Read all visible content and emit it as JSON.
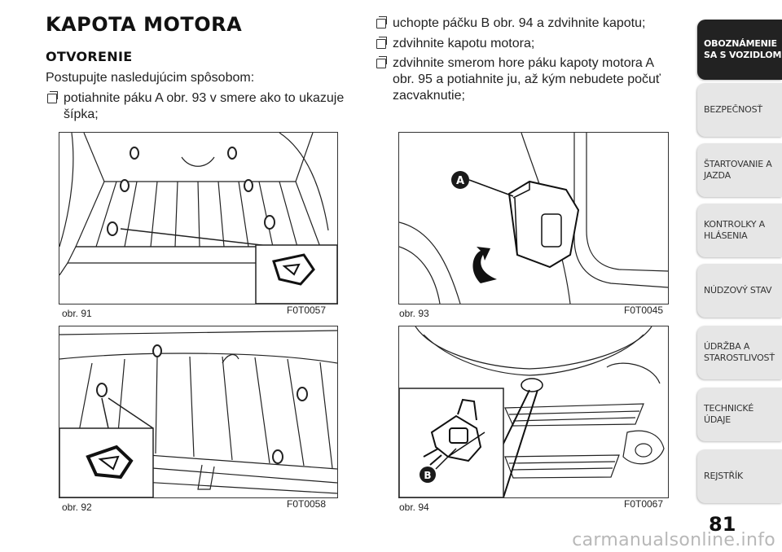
{
  "heading": "KAPOTA MOTORA",
  "subheading": "OTVORENIE",
  "intro": "Postupujte nasledujúcim spôsobom:",
  "left_bullets": [
    {
      "line1": "potiahnite páku A obr. 93 v smere ako to ukazuje",
      "line2": "šípka;"
    }
  ],
  "right_bullets": [
    {
      "line1": "uchopte páčku B obr. 94 a zdvihnite kapotu;",
      "line2": "",
      "line3": ""
    },
    {
      "line1": "zdvihnite kapotu motora;",
      "line2": "",
      "line3": ""
    },
    {
      "line1": "zdvihnite smerom hore páku kapoty motora A",
      "line2": "obr. 95 a potiahnite ju, až kým nebudete počuť",
      "line3": "zacvaknutie;"
    }
  ],
  "figures": [
    {
      "caption": "obr. 91",
      "code": "F0T0057"
    },
    {
      "caption": "obr. 93",
      "code": "F0T0045",
      "label": "A"
    },
    {
      "caption": "obr. 92",
      "code": "F0T0058"
    },
    {
      "caption": "obr. 94",
      "code": "F0T0067",
      "label": "B"
    }
  ],
  "sidebar": {
    "tabs": [
      {
        "line1": "OBOZNÁMENIE",
        "line2": "SA S VOZIDLOM",
        "active": true
      },
      {
        "line1": "BEZPEČNOSŤ",
        "line2": "",
        "active": false
      },
      {
        "line1": "ŠTARTOVANIE A",
        "line2": "JAZDA",
        "active": false
      },
      {
        "line1": "KONTROLKY A",
        "line2": "HLÁSENIA",
        "active": false
      },
      {
        "line1": "NÚDZOVÝ STAV",
        "line2": "",
        "active": false
      },
      {
        "line1": "ÚDRŽBA A",
        "line2": "STAROSTLIVOSŤ",
        "active": false
      },
      {
        "line1": "TECHNICKÉ ÚDAJE",
        "line2": "",
        "active": false
      },
      {
        "line1": "REJSTŘÍK",
        "line2": "",
        "active": false
      }
    ]
  },
  "page_number": "81",
  "watermark": "carmanualsonline.info"
}
